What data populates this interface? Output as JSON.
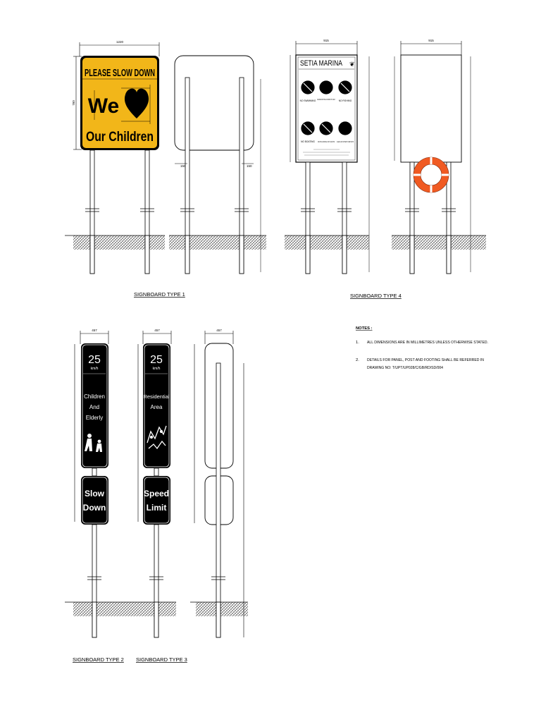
{
  "type1": {
    "width": "1220",
    "height": "760",
    "line1": "PLEASE SLOW DOWN",
    "line2": "We",
    "line3": "Our Children",
    "post_gap_left": "150",
    "post_gap_right": "150",
    "label": "SIGNBOARD TYPE 1",
    "colors": {
      "panel": "#f2b619",
      "text": "#000000"
    }
  },
  "type4": {
    "width": "915",
    "width_back": "915",
    "title": "SETIA MARINA",
    "rules": [
      "NO SWIMMING",
      "CHILDREN MUST BE ACCOMPANY BY ADULT",
      "NO FISHING",
      "NO BOATING",
      "NO PLUCKING OF PLANTS",
      "CLEAN UP AFTER YOUR PETS"
    ],
    "label": "SIGNBOARD TYPE 4",
    "colors": {
      "lifebuoy": "#f05a22"
    }
  },
  "type2": {
    "width": "457",
    "speed": "25",
    "unit": "km/h",
    "line1": "Children",
    "line2": "And",
    "line3": "Elderly",
    "sub1": "Slow",
    "sub2": "Down",
    "label": "SIGNBOARD TYPE 2"
  },
  "type3": {
    "width": "457",
    "speed": "25",
    "unit": "km/h",
    "line1": "Residential",
    "line2": "Area",
    "sub1": "Speed",
    "sub2": "Limit",
    "label": "SIGNBOARD TYPE 3"
  },
  "side3": {
    "width": "457"
  },
  "notes": {
    "title": "NOTES :",
    "items": [
      {
        "num": "1.",
        "lines": [
          "ALL DIMENSIONS ARE IN MILLIMETRES UNLESS OTHERWISE STATED."
        ]
      },
      {
        "num": "2.",
        "lines": [
          "DETAILS FOR PANEL, POST AND FOOTING SHALL BE REFERRED IN",
          "DRAWING NO: T/UPT/UP028/C/GB/RD/SD/004"
        ]
      }
    ]
  }
}
